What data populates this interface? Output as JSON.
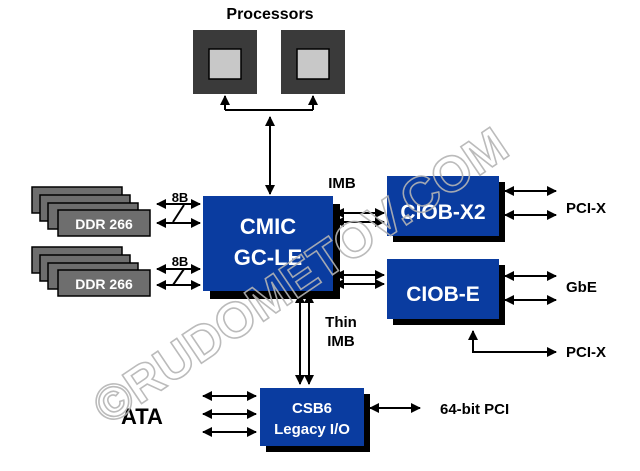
{
  "processors": {
    "title": "Processors"
  },
  "memory": {
    "bank1": {
      "label": "DDR 266",
      "width": "8B"
    },
    "bank2": {
      "label": "DDR 266",
      "width": "8B"
    }
  },
  "cmic": {
    "line1": "CMIC",
    "line2": "GC-LE"
  },
  "ciob_x2": {
    "label": "CIOB-X2",
    "bus": "IMB",
    "out": "PCI-X"
  },
  "ciob_e": {
    "label": "CIOB-E",
    "out1": "GbE",
    "out2": "PCI-X"
  },
  "thin_imb": {
    "line1": "Thin",
    "line2": "IMB"
  },
  "csb6": {
    "line1": "CSB6",
    "line2": "Legacy I/O",
    "left": "ATA",
    "right": "64-bit PCI"
  },
  "watermark": "©RUDOMETOV.COM",
  "colors": {
    "chip_blue": "#0a3ca0",
    "dimm_grey": "#6e6e6e",
    "cpu_dark": "#3a3a3a",
    "cpu_light": "#c8c8c8",
    "line": "#000000"
  }
}
